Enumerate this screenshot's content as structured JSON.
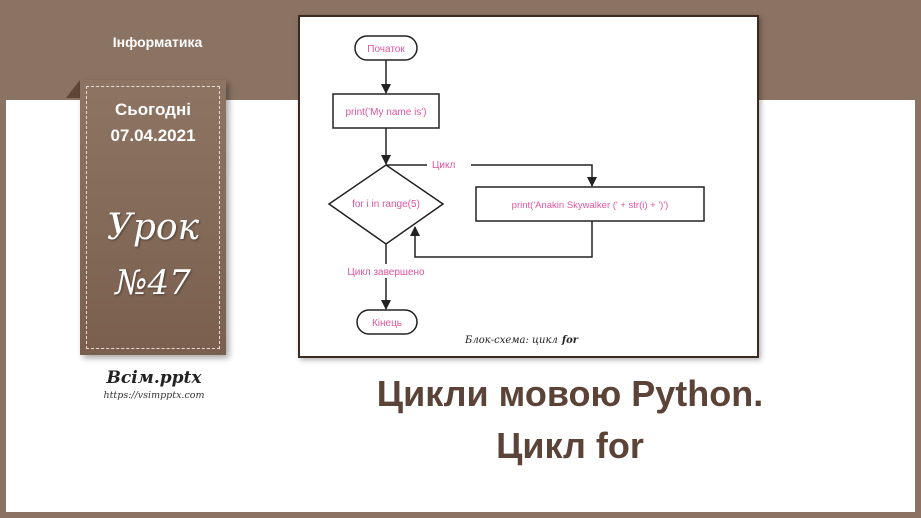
{
  "header": {
    "subject": "Інформатика"
  },
  "tag": {
    "today_label": "Сьогодні",
    "date": "07.04.2021",
    "lesson_label": "Урок",
    "lesson_number": "№47"
  },
  "brand": {
    "name": "Всім.pptx",
    "url": "https://vsimpptx.com"
  },
  "flowchart": {
    "start": "Початок",
    "print_name": "print('My name is')",
    "condition": "for i in range(5)",
    "loop_label": "Цикл",
    "loop_body": "print('Anakin Skywalker (' + str(i) + ')')",
    "done_label": "Цикл завершено",
    "end": "Кінець",
    "caption": "Блок-схема: цикл",
    "caption_bold": "for"
  },
  "slide": {
    "title_line1": "Цикли мовою Python.",
    "title_line2": "Цикл for"
  },
  "colors": {
    "brown": "#8b7363",
    "dark_brown": "#5b4337",
    "pink": "#e0559f"
  }
}
